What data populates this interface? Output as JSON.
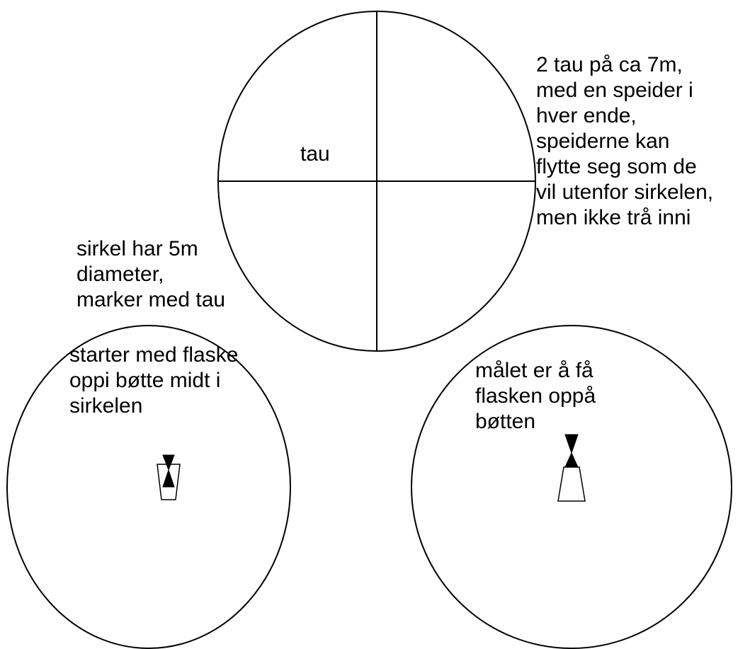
{
  "labels": {
    "rope": "tau",
    "ropes_note": [
      "2 tau på ca 7m,",
      "med en speider i",
      "hver ende,",
      "speiderne kan",
      "flytte seg som de",
      "vil utenfor sirkelen,",
      "men ikke trå inni"
    ],
    "circle_note": [
      "sirkel har 5m",
      "diameter,",
      "marker med tau"
    ],
    "start_note": [
      "starter med flaske",
      "oppi bøtte midt i",
      "sirkelen"
    ],
    "goal_note": [
      "målet er å få",
      "flasken oppå",
      "bøtten"
    ]
  },
  "colors": {
    "stroke": "#000000",
    "fill": "#ffffff",
    "text": "#000000"
  }
}
